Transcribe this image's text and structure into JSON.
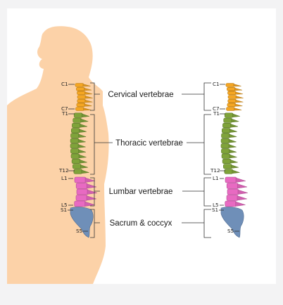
{
  "diagram": {
    "groups": [
      {
        "id": "cervical",
        "label": "Cervical vertebrae",
        "color": "#f5a623",
        "top": "C1",
        "bottom": "C7"
      },
      {
        "id": "thoracic",
        "label": "Thoracic vertebrae",
        "color": "#7fa33a",
        "top": "T1",
        "bottom": "T12"
      },
      {
        "id": "lumbar",
        "label": "Lumbar vertebrae",
        "color": "#e86ac2",
        "top": "L1",
        "bottom": "L5"
      },
      {
        "id": "sacrum",
        "label": "Sacrum & coccyx",
        "color": "#6f8fb8",
        "top": "S1",
        "bottom": "S5"
      }
    ],
    "body_color": "#fcd2a8",
    "background": "#f3f3f4"
  }
}
